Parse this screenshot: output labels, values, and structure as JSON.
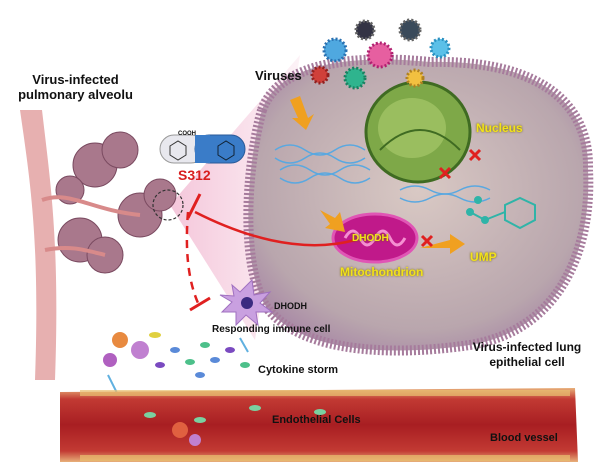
{
  "labels": {
    "alveoli": "Virus-infected\npulmonary alveolu",
    "viruses": "Viruses",
    "drug": "S312",
    "nucleus": "Nucleus",
    "mito_enzyme": "DHODH",
    "mitochondrion": "Mitochondrion",
    "ump": "UMP",
    "immune_enzyme": "DHODH",
    "immune_cell": "Responding immune cell",
    "cytokine": "Cytokine storm",
    "epithelial": "Virus-infected lung\nepithelial cell",
    "endothelial": "Endothelial Cells",
    "blood_vessel": "Blood vessel",
    "molecule_group": "COOH"
  },
  "colors": {
    "inhibit": "#e02020",
    "highlight": "#f2e21a",
    "cell": "#c9a6c0",
    "vessel": "#b8262a",
    "nucleus": "#6c9a3a",
    "mitochondrion": "#c0198a"
  }
}
